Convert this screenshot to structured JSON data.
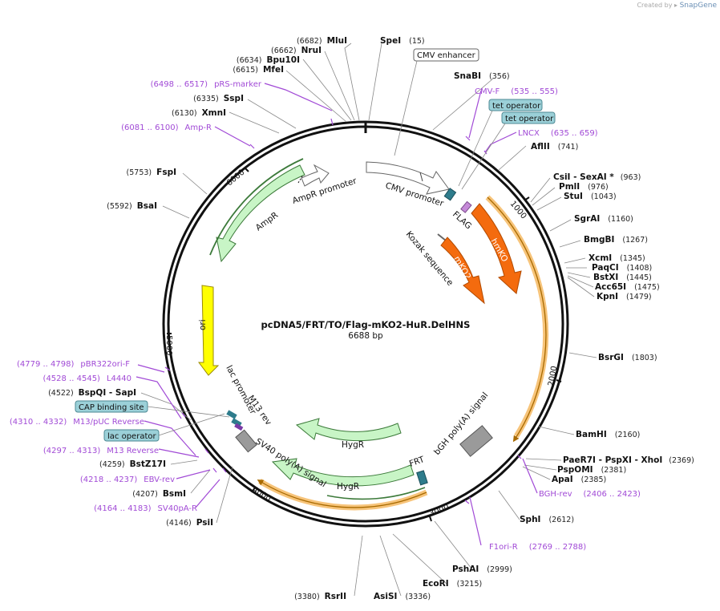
{
  "watermark": {
    "prefix": "Created by",
    "brand": "SnapGene"
  },
  "plasmid": {
    "name": "pcDNA5/FRT/TO/Flag-mKO2-HuR.DelHNS",
    "size_label": "6688 bp",
    "length": 6688
  },
  "tick_labels": [
    "1000",
    "2000",
    "3000",
    "4000",
    "5000",
    "6000"
  ],
  "sites": [
    {
      "name": "MluI",
      "pos": "(6682)"
    },
    {
      "name": "SpeI",
      "pos": "(15)"
    },
    {
      "name": "NruI",
      "pos": "(6662)"
    },
    {
      "name": "Bpu10I",
      "pos": "(6634)"
    },
    {
      "name": "MfeI",
      "pos": "(6615)"
    },
    {
      "name": "SspI",
      "pos": "(6335)"
    },
    {
      "name": "XmnI",
      "pos": "(6130)"
    },
    {
      "name": "SnaBI",
      "pos": "(356)"
    },
    {
      "name": "AflII",
      "pos": "(741)"
    },
    {
      "name": "CsiI  - SexAI *",
      "pos": "(963)"
    },
    {
      "name": "PmlI",
      "pos": "(976)"
    },
    {
      "name": "StuI",
      "pos": "(1043)"
    },
    {
      "name": "SgrAI",
      "pos": "(1160)"
    },
    {
      "name": "BmgBI",
      "pos": "(1267)"
    },
    {
      "name": "XcmI",
      "pos": "(1345)"
    },
    {
      "name": "PaqCI",
      "pos": "(1408)"
    },
    {
      "name": "BstXI",
      "pos": "(1445)"
    },
    {
      "name": "Acc65I",
      "pos": "(1475)"
    },
    {
      "name": "KpnI",
      "pos": "(1479)"
    },
    {
      "name": "FspI",
      "pos": "(5753)"
    },
    {
      "name": "BsaI",
      "pos": "(5592)"
    },
    {
      "name": "BsrGI",
      "pos": "(1803)"
    },
    {
      "name": "BspQI  - SapI",
      "pos": "(4522)"
    },
    {
      "name": "BamHI",
      "pos": "(2160)"
    },
    {
      "name": "PaeR7I  - PspXI  - XhoI",
      "pos": "(2369)"
    },
    {
      "name": "PspOMI",
      "pos": "(2381)"
    },
    {
      "name": "ApaI",
      "pos": "(2385)"
    },
    {
      "name": "BstZ17I",
      "pos": "(4259)"
    },
    {
      "name": "BsmI",
      "pos": "(4207)"
    },
    {
      "name": "PsiI",
      "pos": "(4146)"
    },
    {
      "name": "SphI",
      "pos": "(2612)"
    },
    {
      "name": "PshAI",
      "pos": "(2999)"
    },
    {
      "name": "EcoRI",
      "pos": "(3215)"
    },
    {
      "name": "AsiSI",
      "pos": "(3336)"
    },
    {
      "name": "RsrII",
      "pos": "(3380)"
    }
  ],
  "primers": [
    {
      "name": "pRS-marker",
      "range": "(6498 .. 6517)"
    },
    {
      "name": "CMV-F",
      "range": "(535 .. 555)"
    },
    {
      "name": "LNCX",
      "range": "(635 .. 659)"
    },
    {
      "name": "Amp-R",
      "range": "(6081 .. 6100)"
    },
    {
      "name": "pBR322ori-F",
      "range": "(4779 .. 4798)"
    },
    {
      "name": "L4440",
      "range": "(4528 .. 4545)"
    },
    {
      "name": "M13/pUC Reverse",
      "range": "(4310 .. 4332)"
    },
    {
      "name": "M13 Reverse",
      "range": "(4297 .. 4313)"
    },
    {
      "name": "EBV-rev",
      "range": "(4218 .. 4237)"
    },
    {
      "name": "SV40pA-R",
      "range": "(4164 .. 4183)"
    },
    {
      "name": "BGH-rev",
      "range": "(2406 .. 2423)"
    },
    {
      "name": "F1ori-R",
      "range": "(2769 .. 2788)"
    }
  ],
  "boxed_labels": [
    "CMV enhancer",
    "tet operator",
    "tet operator",
    "CAP binding site",
    "lac operator"
  ],
  "features": {
    "cmv_promoter": "CMV promoter",
    "flag": "FLAG",
    "hmko": "hmKO",
    "kozak": "Kozak sequence",
    "mko2": "mKO2",
    "bgh": "bGH poly(A) signal",
    "frt": "FRT",
    "hygr_inner": "HygR",
    "hygr_outer": "HygR",
    "sv40": "SV40 poly(A) signal",
    "ampr_promoter": "AmpR promoter",
    "ampr": "AmpR",
    "ori": "ori",
    "lac_promoter": "lac promoter",
    "m13_rev": "M13 rev"
  },
  "colors": {
    "orange_feature": "#f46b0e",
    "green_feature": "#c8f5c6",
    "ori_yellow": "#ffff00",
    "primer_purple": "#a14ad6",
    "orf_orange_outline": "#f7c47a",
    "teal_box": "#9bd0d8",
    "dark_teal": "#2e7c8c",
    "gray_feature": "#9a9a9a"
  }
}
